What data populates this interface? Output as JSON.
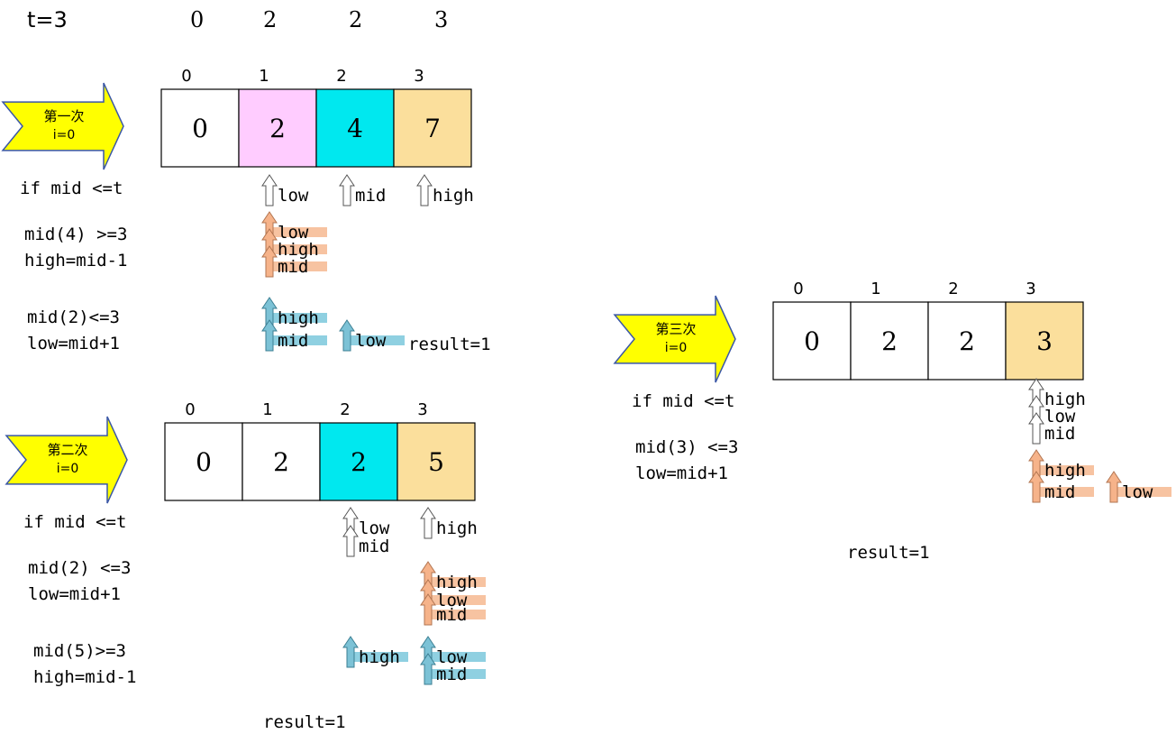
{
  "header": {
    "label": "t=3",
    "values": [
      "0",
      "2",
      "2",
      "3"
    ]
  },
  "colors": {
    "pink": "#ffccff",
    "cyan": "#00e8ef",
    "tan": "#fbdf9c",
    "orange_hl": "#f7c3a1",
    "blue_hl": "#8fd0e1",
    "orange_arrow": "#f6b38a",
    "blue_arrow": "#7cc2d6",
    "yellow": "#ffff00"
  },
  "panels": [
    {
      "banner": {
        "line1": "第一次",
        "line2": "i=0"
      },
      "indices": [
        "0",
        "1",
        "2",
        "3"
      ],
      "cells": [
        {
          "value": "0",
          "color": "#ffffff"
        },
        {
          "value": "2",
          "color": "#ffccff"
        },
        {
          "value": "4",
          "color": "#00e8ef"
        },
        {
          "value": "7",
          "color": "#fbdf9c"
        }
      ],
      "condition": "if mid <=t",
      "steps": [
        {
          "line1": "mid(4) >=3",
          "line2": "high=mid-1"
        },
        {
          "line1": "mid(2)<=3",
          "line2": "low=mid+1"
        }
      ],
      "pointers": [
        {
          "label": "low",
          "style": "white",
          "cell": 1,
          "row": 0
        },
        {
          "label": "mid",
          "style": "white",
          "cell": 2,
          "row": 0
        },
        {
          "label": "high",
          "style": "white",
          "cell": 3,
          "row": 0
        },
        {
          "label": "low",
          "style": "orange",
          "cell": 1,
          "row": 1
        },
        {
          "label": "high",
          "style": "orange",
          "cell": 1,
          "row": 2
        },
        {
          "label": "mid",
          "style": "orange",
          "cell": 1,
          "row": 3
        },
        {
          "label": "high",
          "style": "blue",
          "cell": 1,
          "row": 4
        },
        {
          "label": "mid",
          "style": "blue",
          "cell": 1,
          "row": 5
        },
        {
          "label": "low",
          "style": "blue",
          "cell": 2,
          "row": 5
        }
      ],
      "result": "result=1"
    },
    {
      "banner": {
        "line1": "第二次",
        "line2": "i=0"
      },
      "indices": [
        "0",
        "1",
        "2",
        "3"
      ],
      "cells": [
        {
          "value": "0",
          "color": "#ffffff"
        },
        {
          "value": "2",
          "color": "#ffffff"
        },
        {
          "value": "2",
          "color": "#00e8ef"
        },
        {
          "value": "5",
          "color": "#fbdf9c"
        }
      ],
      "condition": "if mid <=t",
      "steps": [
        {
          "line1": "mid(2) <=3",
          "line2": "low=mid+1"
        },
        {
          "line1": "mid(5)>=3",
          "line2": "high=mid-1"
        }
      ],
      "pointers": [
        {
          "label": "low",
          "style": "white",
          "cell": 2,
          "row": 0
        },
        {
          "label": "mid",
          "style": "white",
          "cell": 2,
          "row": 1
        },
        {
          "label": "high",
          "style": "white",
          "cell": 3,
          "row": 0
        },
        {
          "label": "high",
          "style": "orange",
          "cell": 3,
          "row": 2
        },
        {
          "label": "low",
          "style": "orange",
          "cell": 3,
          "row": 3
        },
        {
          "label": "mid",
          "style": "orange",
          "cell": 3,
          "row": 4
        },
        {
          "label": "high",
          "style": "blue",
          "cell": 2,
          "row": 5
        },
        {
          "label": "low",
          "style": "blue",
          "cell": 3,
          "row": 5
        },
        {
          "label": "mid",
          "style": "blue",
          "cell": 3,
          "row": 6
        }
      ],
      "result": "result=1"
    },
    {
      "banner": {
        "line1": "第三次",
        "line2": "i=0"
      },
      "indices": [
        "0",
        "1",
        "2",
        "3"
      ],
      "cells": [
        {
          "value": "0",
          "color": "#ffffff"
        },
        {
          "value": "2",
          "color": "#ffffff"
        },
        {
          "value": "2",
          "color": "#ffffff"
        },
        {
          "value": "3",
          "color": "#fbdf9c"
        }
      ],
      "condition": "if mid <=t",
      "steps": [
        {
          "line1": "mid(3) <=3",
          "line2": "low=mid+1"
        }
      ],
      "pointers": [
        {
          "label": "high",
          "style": "white",
          "cell": 3,
          "row": 0
        },
        {
          "label": "low",
          "style": "white",
          "cell": 3,
          "row": 1
        },
        {
          "label": "mid",
          "style": "white",
          "cell": 3,
          "row": 2
        },
        {
          "label": "high",
          "style": "orange",
          "cell": 3,
          "row": 3
        },
        {
          "label": "mid",
          "style": "orange",
          "cell": 3,
          "row": 4
        },
        {
          "label": "low",
          "style": "orange",
          "cell": 4,
          "row": 4
        }
      ],
      "result": "result=1"
    }
  ]
}
